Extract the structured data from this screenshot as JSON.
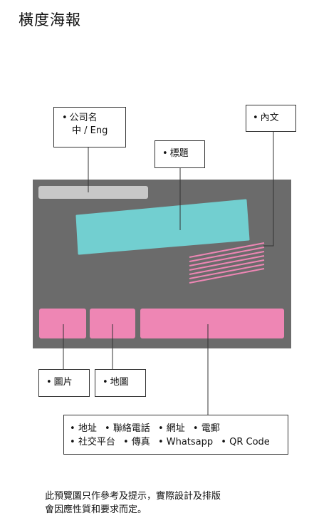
{
  "page_title": "橫度海報",
  "callouts": {
    "company_name": {
      "line1": "公司名",
      "line2": "中 / Eng"
    },
    "title": "標題",
    "body": "內文",
    "image": "圖片",
    "map": "地圖",
    "contact": {
      "row1": [
        "地址",
        "聯絡電話",
        "網址",
        "電郵"
      ],
      "row2": [
        "社交平台",
        "傳真",
        "Whatsapp",
        "QR Code"
      ]
    }
  },
  "disclaimer": {
    "line1": "此預覽圖只作參考及提示，實際設計及排版",
    "line2": "會因應性質和要求而定。"
  },
  "colors": {
    "poster_background": "#6b6b6b",
    "title_block": "#72cfd0",
    "pink_blocks": "#ee86b4",
    "name_bar": "#c8c8c8"
  }
}
